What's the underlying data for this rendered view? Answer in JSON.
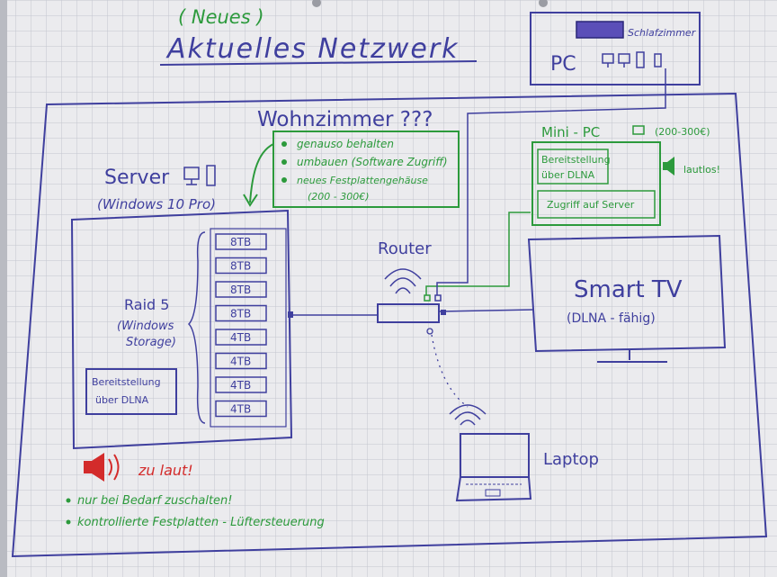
{
  "title": {
    "subtitle": "( Neues )",
    "main": "Aktuelles Netzwerk"
  },
  "bedroom": {
    "label": "Schlafzimmer",
    "pc": "PC"
  },
  "livingroom": {
    "label": "Wohnzimmer ???",
    "notes": [
      "genauso behalten",
      "umbauen (Software Zugriff)",
      "neues Festplattengehäuse",
      "(200 - 300€)"
    ]
  },
  "server": {
    "label": "Server",
    "os": "(Windows 10 Pro)",
    "raid": [
      "Raid 5",
      "(Windows",
      "Storage)"
    ],
    "disks": [
      "8TB",
      "8TB",
      "8TB",
      "8TB",
      "4TB",
      "4TB",
      "4TB",
      "4TB"
    ],
    "dlna": [
      "Bereitstellung",
      "über DLNA"
    ],
    "loud": "zu laut!",
    "bullets": [
      "nur bei Bedarf zuschalten!",
      "kontrollierte Festplatten - Lüftersteuerung"
    ]
  },
  "minipc": {
    "label": "Mini - PC",
    "price": "(200-300€)",
    "dlna": [
      "Bereitstellung",
      "über DLNA"
    ],
    "access": "Zugriff auf Server",
    "quiet": "lautlos!"
  },
  "router": {
    "label": "Router"
  },
  "tv": {
    "label": "Smart TV",
    "sub": "(DLNA - fähig)"
  },
  "laptop": {
    "label": "Laptop"
  },
  "colors": {
    "paper": "#ebebee",
    "grid": "#c3c6cf",
    "ink_blue": "#3f3f9e",
    "ink_green": "#2c9a3c",
    "ink_red": "#d32b2b"
  }
}
